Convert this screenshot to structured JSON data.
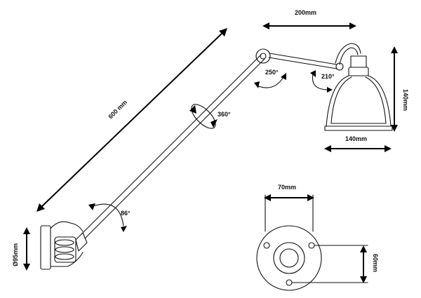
{
  "dimensions": {
    "arm_length": "600 mm",
    "shade_projection": "200mm",
    "shade_height": "140mm",
    "shade_diameter": "140mm",
    "backplate_height": "Ø95mm",
    "backplate_width": "70mm",
    "screw_spacing": "60mm"
  },
  "rotations": {
    "base_joint": "86°",
    "arm_rotation": "360°",
    "elbow_joint": "250°",
    "shade_joint": "210°"
  },
  "colors": {
    "line": "#111111",
    "background": "#ffffff"
  }
}
